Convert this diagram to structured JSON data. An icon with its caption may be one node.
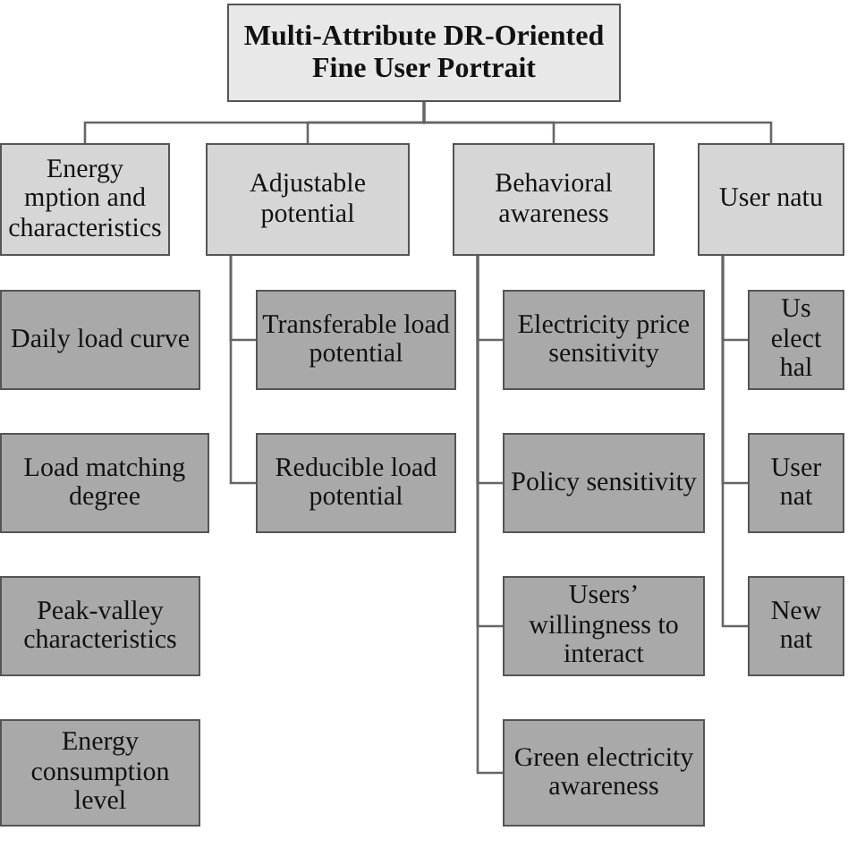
{
  "diagram": {
    "nodes": [
      {
        "text": [
          "Multi-Attribute DR-Oriented Fine User Portrait"
        ]
      },
      {
        "text": [
          "Energy mption and characteristics"
        ]
      },
      {
        "text": [
          "Adjustable potential"
        ]
      },
      {
        "text": [
          "Behavioral awareness"
        ]
      },
      {
        "text": [
          "User natu"
        ]
      },
      {
        "text": [
          "Daily load curve"
        ]
      },
      {
        "text": [
          "Load matching degree"
        ]
      },
      {
        "text": [
          "Peak-valley characteristics"
        ]
      },
      {
        "text": [
          "Energy consumption level"
        ]
      },
      {
        "text": [
          "Transferable load potential"
        ]
      },
      {
        "text": [
          "Reducible load potential"
        ]
      },
      {
        "text": [
          "Electricity price sensitivity"
        ]
      },
      {
        "text": [
          "Policy sensitivity"
        ]
      },
      {
        "text": [
          "Users’ willingness to interact"
        ]
      },
      {
        "text": [
          "Green electricity awareness"
        ]
      },
      {
        "text": [
          "Us elect hal"
        ]
      },
      {
        "text": [
          "User nat"
        ]
      },
      {
        "text": [
          "New nat"
        ]
      }
    ],
    "edges": [
      {
        "from": 0,
        "to": 1,
        "arrow": "none"
      },
      {
        "from": 0,
        "to": 2,
        "arrow": "none"
      },
      {
        "from": 0,
        "to": 3,
        "arrow": "none"
      },
      {
        "from": 0,
        "to": 4,
        "arrow": "none"
      },
      {
        "from": 2,
        "to": 9,
        "arrow": "none"
      },
      {
        "from": 2,
        "to": 10,
        "arrow": "none"
      },
      {
        "from": 3,
        "to": 11,
        "arrow": "none"
      },
      {
        "from": 3,
        "to": 12,
        "arrow": "none"
      },
      {
        "from": 3,
        "to": 13,
        "arrow": "none"
      },
      {
        "from": 3,
        "to": 14,
        "arrow": "none"
      },
      {
        "from": 4,
        "to": 15,
        "arrow": "none"
      },
      {
        "from": 4,
        "to": 16,
        "arrow": "none"
      },
      {
        "from": 4,
        "to": 17,
        "arrow": "none"
      }
    ]
  }
}
